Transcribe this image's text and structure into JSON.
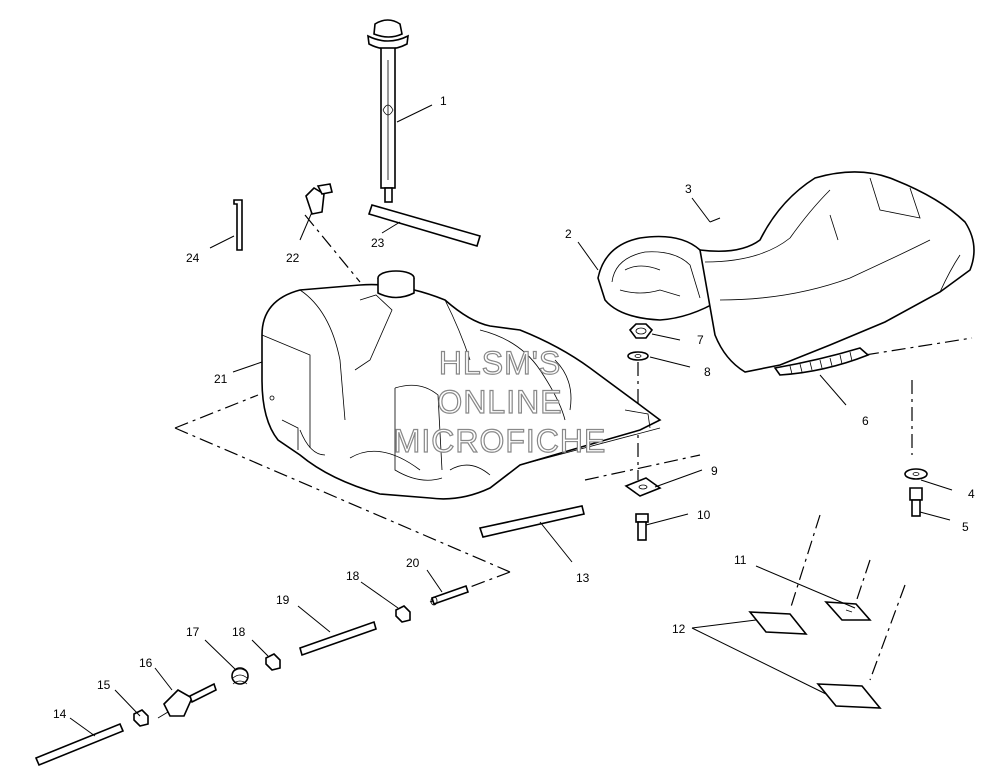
{
  "watermark": {
    "line1": "HLSM'S",
    "line2": "ONLINE",
    "line3": "MICROFICHE"
  },
  "callouts": [
    "1",
    "2",
    "3",
    "4",
    "5",
    "6",
    "7",
    "8",
    "9",
    "10",
    "11",
    "12",
    "13",
    "14",
    "15",
    "16",
    "17",
    "18",
    "18",
    "19",
    "20",
    "21",
    "22",
    "23",
    "24"
  ]
}
